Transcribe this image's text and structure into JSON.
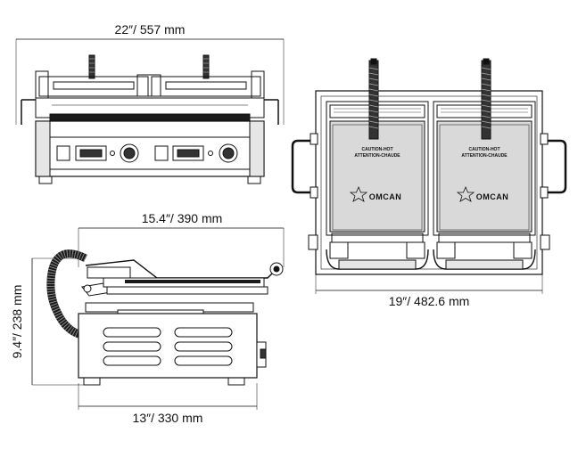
{
  "dimensions": {
    "front_width": "22″/ 557 mm",
    "side_depth_top": "15.4″/ 390 mm",
    "side_height": "9.4″/ 238 mm",
    "side_depth_bottom": "13″/ 330 mm",
    "top_width": "19″/ 482.6 mm"
  },
  "top_view": {
    "plates": [
      {
        "caution_line1": "CAUTION-HOT",
        "caution_line2": "ATTENTION-CHAUDE",
        "brand": "OMCAN"
      },
      {
        "caution_line1": "CAUTION-HOT",
        "caution_line2": "ATTENTION-CHAUDE",
        "brand": "OMCAN"
      }
    ]
  },
  "colors": {
    "line": "#111111",
    "dark": "#1a1a1a",
    "mid": "#555555",
    "panel": "#d9d9d9",
    "light": "#e6e6e6"
  }
}
